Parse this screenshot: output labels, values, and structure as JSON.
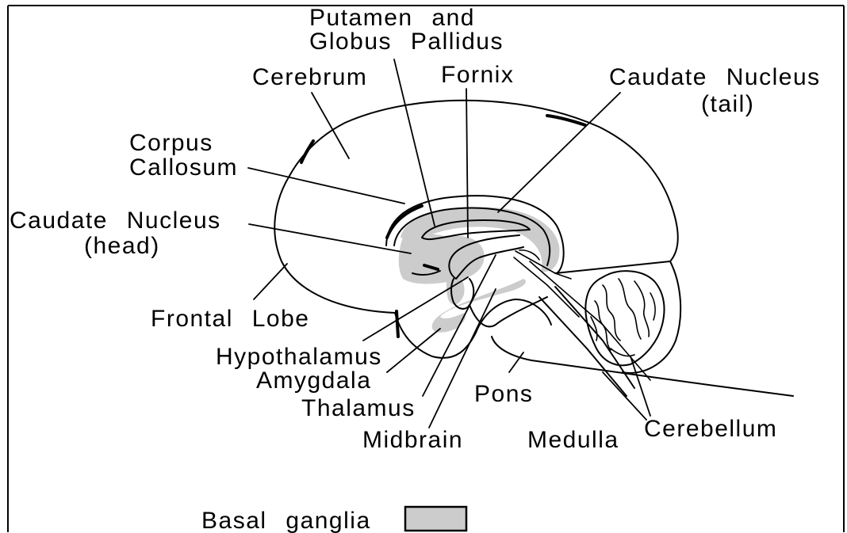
{
  "labels": {
    "putamen_line1": "Putamen and",
    "putamen_line2": "Globus Pallidus",
    "fornix": "Fornix",
    "cerebrum": "Cerebrum",
    "caudate_tail_line1": "Caudate Nucleus",
    "caudate_tail_line2": "(tail)",
    "corpus_line1": "Corpus",
    "corpus_line2": "Callosum",
    "caudate_head_line1": "Caudate Nucleus",
    "caudate_head_line2": "(head)",
    "frontal_lobe": "Frontal Lobe",
    "hypothalamus": "Hypothalamus",
    "amygdala": "Amygdala",
    "thalamus": "Thalamus",
    "midbrain": "Midbrain",
    "pons": "Pons",
    "medulla": "Medulla",
    "cerebellum": "Cerebellum"
  },
  "legend": {
    "label": "Basal ganglia",
    "swatch_color": "#cccccc"
  },
  "colors": {
    "line": "#000000",
    "basal_ganglia_fill": "#cccccc",
    "background": "#ffffff"
  }
}
